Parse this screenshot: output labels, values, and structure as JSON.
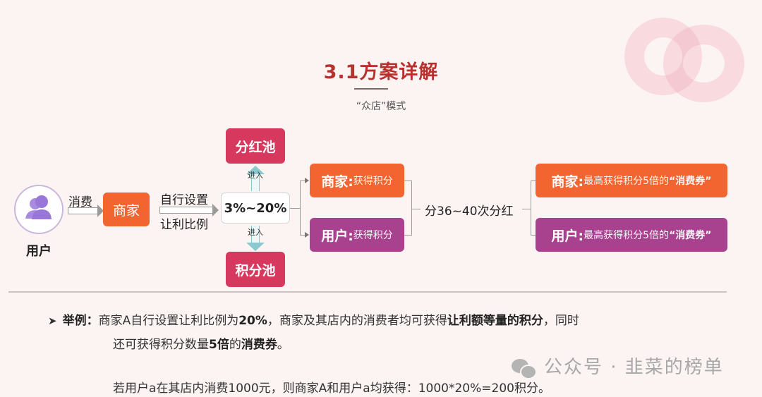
{
  "header": {
    "title": "3.1方案详解",
    "subtitle": "“众店”模式"
  },
  "flow": {
    "user_label": "用户",
    "consume_label": "消费",
    "merchant_label": "商家",
    "setting_top": "自行设置",
    "setting_bottom": "让利比例",
    "ratio": "3%~20%",
    "enter_up": "进入",
    "enter_down": "进入",
    "dividend_pool": "分红池",
    "points_pool": "积分池",
    "mid_results": [
      {
        "role": "商家:",
        "text": "获得积分"
      },
      {
        "role": "用户:",
        "text": "获得积分"
      }
    ],
    "dividend_times": "分36~40次分红",
    "final_results": [
      {
        "role": "商家:",
        "text": "最高获得积分5倍的",
        "highlight": "“消费券”"
      },
      {
        "role": "用户:",
        "text": "最高获得积分5倍的",
        "highlight": "“消费券”"
      }
    ]
  },
  "example": {
    "label": "举例：",
    "line1_a": "商家A自行设置让利比例为",
    "line1_b": "20%",
    "line1_c": "，商家及其店内的消费者均可获得",
    "line1_d": "让利额等量的积分",
    "line1_e": "，同时",
    "line2_a": "还可获得积分数量",
    "line2_b": "5倍",
    "line2_c": "的",
    "line2_d": "消费券",
    "line2_e": "。",
    "line3": "若用户a在其店内消费1000元，则商家A和用户a均获得：1000*20%=200积分。"
  },
  "watermark": {
    "text": "公众号 · 韭菜的榜单"
  },
  "colors": {
    "title": "#b7322e",
    "orange": "#f26430",
    "purple": "#a8418e",
    "pink": "#d6385e"
  }
}
